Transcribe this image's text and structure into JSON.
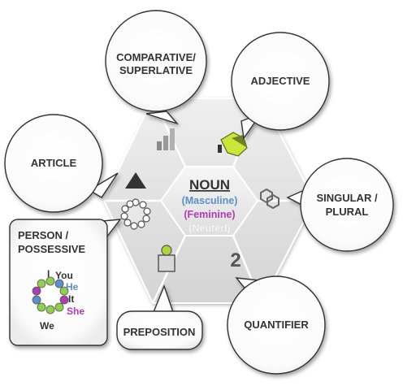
{
  "center": {
    "title": "NOUN",
    "masculine": "(Masculine)",
    "feminine": "(Feminine)",
    "neuter": "(Neuterl)"
  },
  "bubbles": {
    "comparative": [
      "COMPARATIVE/",
      "SUPERLATIVE"
    ],
    "adjective": "ADJECTIVE",
    "article": "ARTICLE",
    "singular_plural": [
      "SINGULAR /",
      "PLURAL"
    ],
    "person_possessive": [
      "PERSON /",
      "POSSESSIVE"
    ],
    "preposition": "PREPOSITION",
    "quantifier": "QUANTIFIER"
  },
  "pronouns": {
    "i": "I",
    "you": "You",
    "he": "He",
    "it": "It",
    "she": "She",
    "we": "We"
  },
  "quantifier_number": "2",
  "colors": {
    "masculine": "#5b8fc7",
    "feminine": "#b23ab5",
    "neuter": "#ffffff",
    "hex_face": "#e3e3e3",
    "adjective_icon": "#c9e63a",
    "preposition_dot": "#a8d63c"
  },
  "icons": {
    "comparative": "bar-chart-icon",
    "adjective": "shape-icon",
    "article": "triangle-icon",
    "singular_plural": "overlapping-hexagons-icon",
    "person": "ring-of-circles-icon",
    "preposition": "box-with-dot-icon"
  }
}
